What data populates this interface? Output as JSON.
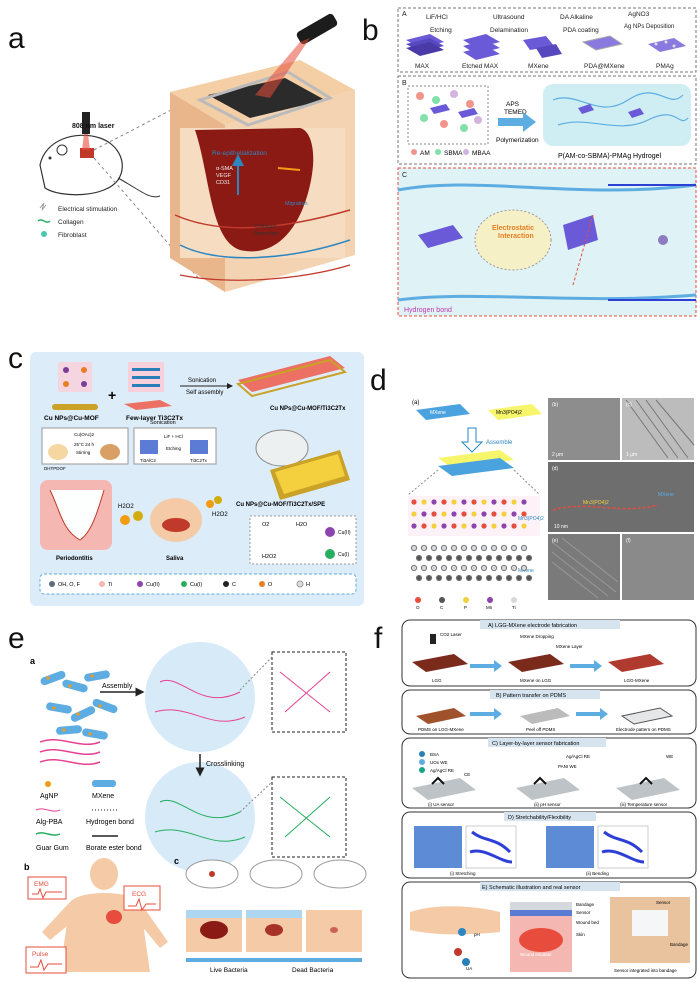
{
  "labels": {
    "a": "a",
    "b": "b",
    "c": "c",
    "d": "d",
    "e": "e",
    "f": "f"
  },
  "panel_a": {
    "laser": "808 nm laser",
    "reepi": "Re-epithelialization",
    "markers": [
      "α-SMA",
      "VEGF",
      "CD31"
    ],
    "migration": "Migration",
    "collagen_dep": [
      "Collagen",
      "Deposition"
    ],
    "legend": [
      "Electrical stimulation",
      "Collagen",
      "Fibroblast"
    ]
  },
  "panel_b": {
    "A": "A",
    "B": "B",
    "C": "C",
    "steps_top": [
      "LiF/HCl",
      "Ultrasound",
      "DA  Alkaline",
      "AgNO3"
    ],
    "steps_bottom": [
      "Etching",
      "Delamination",
      "PDA coating",
      "Ag NPs Deposition"
    ],
    "materials": [
      "MAX",
      "Etched MAX",
      "MXene",
      "PDA@MXene",
      "PMAg"
    ],
    "monomers": [
      "AM",
      "SBMA",
      "MBAA"
    ],
    "initiators": [
      "APS",
      "TEMED"
    ],
    "polymerization": "Polymerization",
    "hydrogel": "P(AM-co-SBMA)-PMAg Hydrogel",
    "electrostatic": [
      "Electrostatic",
      "Interaction"
    ],
    "hbond": "Hydrogen bond"
  },
  "panel_c": {
    "cu_mof": "Cu NPs@Cu-MOF",
    "few_layer": "Few-layer Ti3C2Tx",
    "sonication": "Sonication",
    "self_assembly": "Self assembly",
    "sonication2": "Sonication",
    "cu_ti": "Cu NPs@Cu-MOF/Ti3C2Tx",
    "cu_spe": "Cu NPs@Cu-MOF/Ti3C2Tx/SPE",
    "periodontitis": "Periodontitis",
    "saliva": "Saliva",
    "h2o2": "H2O2",
    "h2o": "H2O",
    "o2": "O2",
    "cu2": "Cu(II)",
    "cu1": "Cu(I)",
    "max": "Ti3AlC2",
    "mx": "Ti3C2Tx",
    "etching": "Etching",
    "lif": "LiF + HCl",
    "bottles": [
      "DHTPDOF",
      "Cu(OAc)2",
      "25°C 24 h",
      "Stirring"
    ],
    "legend": [
      "OH, O, F",
      "Ti",
      "Cu(II)",
      "Cu(I)",
      "C",
      "O",
      "H"
    ]
  },
  "panel_d": {
    "a": "(a)",
    "mxene": "MXene",
    "mn": "Mn3(PO4)2",
    "assemble": "Assemble",
    "legend": [
      "O",
      "C",
      "P",
      "Mn",
      "Ti"
    ],
    "scale1": "2 μm",
    "scale2": "1 μm",
    "scale3": "10 nm",
    "sub": [
      "(b)",
      "(c)",
      "(d)",
      "(e)",
      "(f)"
    ]
  },
  "panel_e": {
    "a": "a",
    "b": "b",
    "c": "c",
    "assembly": "Assembly",
    "crosslinking": "Crosslinking",
    "legend": [
      "AgNP",
      "MXene",
      "Alg-PBA",
      "Hydrogen bond",
      "Guar Gum",
      "Borate ester bond"
    ],
    "signals": [
      "EMG",
      "ECG",
      "Pulse"
    ],
    "bacteria": [
      "Live Bacteria",
      "Dead Bacteria"
    ]
  },
  "panel_f": {
    "A_title": "A) LGG-MXene electrode fabrication",
    "A_items": [
      "CO2 Laser",
      "MXene Dropping",
      "MXene Layer",
      "LGG",
      "MXene on LGG",
      "LGG-MXene"
    ],
    "B_title": "B) Pattern transfer on PDMS",
    "B_items": [
      "PDMS on LGG-MXene",
      "Peel off PDMS",
      "Electrode pattern on PDMS"
    ],
    "C_title": "C) Layer-by-layer sensor fabrication",
    "C_items": [
      "BSA",
      "UOx WE",
      "Ag/AgCl RE",
      "CE",
      "Ag/AgCl RE",
      "PANI WE",
      "WE",
      "(i) UA sensor",
      "(ii) pH sensor",
      "(iii) Temperature sensor"
    ],
    "D_title": "D) Stretchability/Flexibility",
    "D_items": [
      "(i) Stretching",
      "(ii) Bending"
    ],
    "E_title": "E) Schematic illustration and real sensor",
    "E_items": [
      "Bandage",
      "Sensor",
      "Wound bed",
      "Skin",
      "Wound exudate",
      "Sensor",
      "Bandage",
      "Sensor integrated into bandage",
      "pH",
      "UA"
    ]
  },
  "colors": {
    "mxene_purple": "#6a5ad8",
    "hydrogel_blue": "#cfeef3",
    "bg_blue": "#dcecf8",
    "skin_red": "#c0392b",
    "brown_lgg": "#7b2b1c"
  }
}
